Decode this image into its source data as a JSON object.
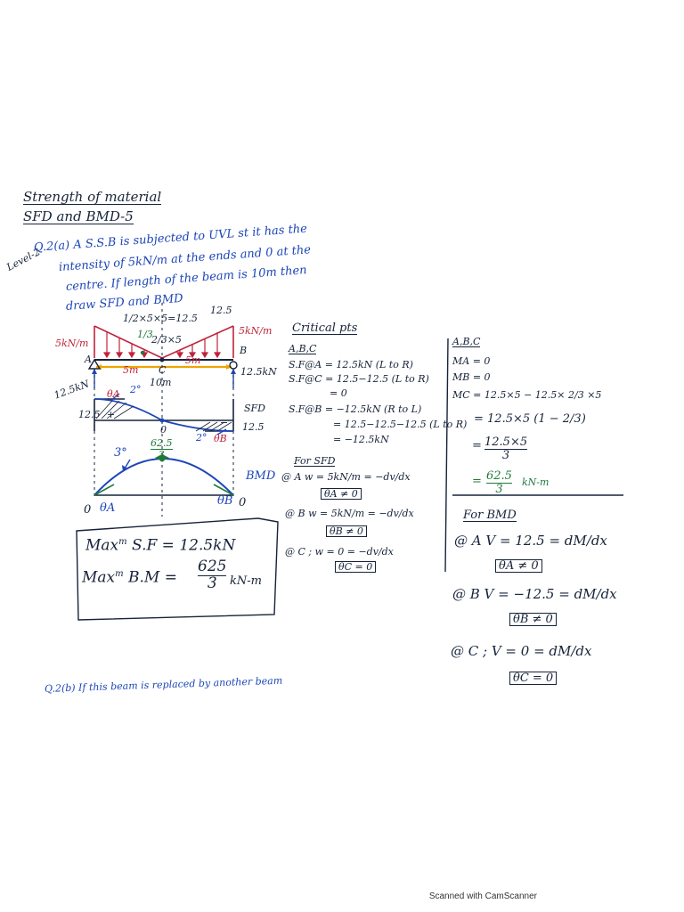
{
  "header": {
    "title": "Strength of material",
    "subtitle": "SFD and BMD-5",
    "level": "Level-2"
  },
  "problem": {
    "number": "Q.2(a)",
    "line1": "A S.S.B is subjected to UVL st it has the",
    "line2": "intensity of 5kN/m at the ends and 0 at the",
    "line3": "centre. If length of the beam is 10m then",
    "line4": "draw SFD and BMD"
  },
  "beam": {
    "left_load": "5kN/m",
    "right_load": "5kN/m",
    "top_label": "12.5",
    "area_label": "1/2×5×5=12.5",
    "cg_label": "2/3×5",
    "cg_mark": "1/3",
    "point_a": "A",
    "point_b": "B",
    "point_c": "C",
    "half_left": "5m",
    "half_right": "5m",
    "span": "10m",
    "reaction_a": "12.5kN",
    "reaction_b": "12.5kN"
  },
  "sfd": {
    "label": "SFD",
    "left_value": "12.5",
    "right_value": "12.5",
    "zero_mark": "0",
    "theta_a": "θA",
    "theta_b": "θB",
    "left_degree": "2°",
    "right_degree": "2°",
    "plus_mark": "+",
    "minus_mark": "−"
  },
  "bmd": {
    "label": "BMD",
    "peak_num": "62.5",
    "peak_den": "3",
    "degree": "3°",
    "left_zero": "0",
    "right_zero": "0",
    "theta_a": "θA",
    "theta_b": "θB"
  },
  "summary": {
    "max_sf_label": "Max",
    "max_sf_sup": "m",
    "max_sf_text": "S.F = 12.5kN",
    "max_bm_label": "Max",
    "max_bm_sup": "m",
    "max_bm_text": "B.M =",
    "max_bm_num": "625",
    "max_bm_den": "3",
    "max_bm_unit": "kN-m"
  },
  "critical": {
    "title": "Critical pts",
    "points": "A,B,C",
    "sf_a": "S.F@A = 12.5kN (L to R)",
    "sf_c": "S.F@C = 12.5−12.5 (L to R)",
    "sf_c_result": "= 0",
    "sf_b": "S.F@B = −12.5kN (R to L)",
    "sf_b_2": "= 12.5−12.5−12.5 (L to R)",
    "sf_b_3": "= −12.5kN"
  },
  "for_sfd": {
    "title": "For SFD",
    "a_eq": "@ A  w = 5kN/m = −dv/dx",
    "a_result": "θA ≠ 0",
    "b_eq": "@ B  w = 5kN/m = −dv/dx",
    "b_result": "θB ≠ 0",
    "c_eq": "@ C ;  w = 0 = −dv/dx",
    "c_result": "θC = 0"
  },
  "moments": {
    "points": "A,B,C",
    "ma": "MA = 0",
    "mb": "MB = 0",
    "mc": "MC = 12.5×5 − 12.5× 2/3 ×5",
    "mc_2": "= 12.5×5 (1 − 2/3)",
    "mc_3_num": "12.5×5",
    "mc_3_den": "3",
    "mc_4_num": "62.5",
    "mc_4_den": "3",
    "mc_4_unit": "kN-m"
  },
  "for_bmd": {
    "title": "For BMD",
    "a_eq": "@ A  V = 12.5 = dM/dx",
    "a_result": "θA ≠ 0",
    "b_eq": "@ B  V = −12.5 = dM/dx",
    "b_result": "θB ≠ 0",
    "c_eq": "@ C ;  V = 0 = dM/dx",
    "c_result": "θC = 0"
  },
  "next": {
    "text": "Q.2(b) If this beam is replaced by another beam"
  },
  "footer": {
    "text": "Scanned with CamScanner"
  },
  "colors": {
    "ink": "#16233a",
    "blue": "#1c46b8",
    "green": "#1e7a3a",
    "red": "#c0233a",
    "orange": "#f0a400"
  }
}
